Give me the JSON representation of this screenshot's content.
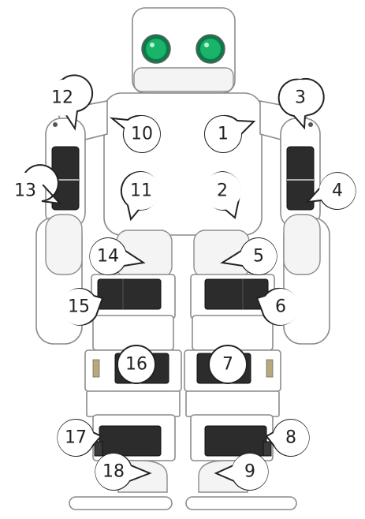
{
  "diagram": {
    "callouts": [
      {
        "id": "1",
        "label": "1"
      },
      {
        "id": "2",
        "label": "2"
      },
      {
        "id": "3",
        "label": "3"
      },
      {
        "id": "4",
        "label": "4"
      },
      {
        "id": "5",
        "label": "5"
      },
      {
        "id": "6",
        "label": "6"
      },
      {
        "id": "7",
        "label": "7"
      },
      {
        "id": "8",
        "label": "8"
      },
      {
        "id": "9",
        "label": "9"
      },
      {
        "id": "10",
        "label": "10"
      },
      {
        "id": "11",
        "label": "11"
      },
      {
        "id": "12",
        "label": "12"
      },
      {
        "id": "13",
        "label": "13"
      },
      {
        "id": "14",
        "label": "14"
      },
      {
        "id": "15",
        "label": "15"
      },
      {
        "id": "16",
        "label": "16"
      },
      {
        "id": "17",
        "label": "17"
      },
      {
        "id": "18",
        "label": "18"
      }
    ],
    "colors": {
      "eye": "#19b36a",
      "servo": "#2c2c2c",
      "outline": "#8c8c8c",
      "callout_stroke": "#222222"
    }
  }
}
